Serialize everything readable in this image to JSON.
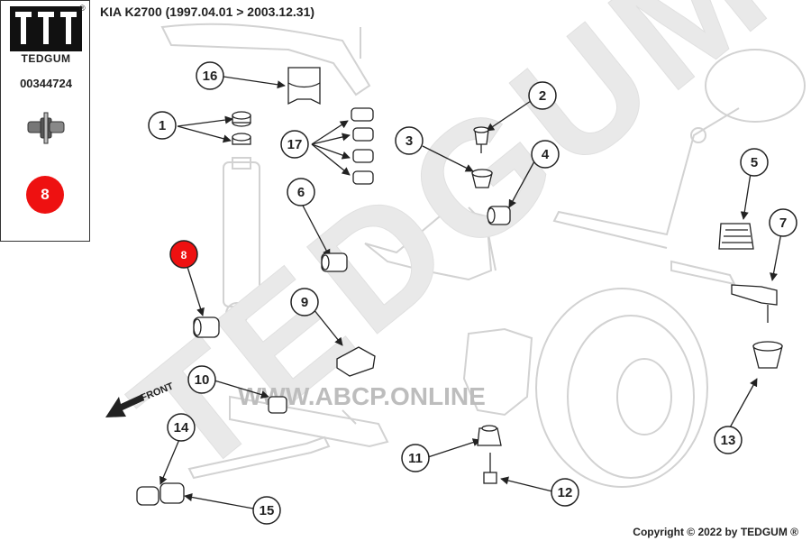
{
  "header": {
    "title": "KIA K2700 (1997.04.01 > 2003.12.31)"
  },
  "sidebar": {
    "brand": "TEDGUM",
    "registered": "®",
    "part_number": "00344724",
    "badge_number": "8"
  },
  "watermark": {
    "brand_text": "TEDGUM",
    "site_text": "WWW.ABCP.ONLINE"
  },
  "front_label": "FRONT",
  "callouts": [
    "1",
    "2",
    "3",
    "4",
    "5",
    "6",
    "7",
    "8",
    "9",
    "10",
    "11",
    "12",
    "13",
    "14",
    "15",
    "16",
    "17"
  ],
  "highlight_callout": "8",
  "colors": {
    "highlight": "#ee1111",
    "line": "#222222",
    "ghost": "#d4d4d4"
  },
  "footer": {
    "copyright": "Copyright © 2022 by TEDGUM ®"
  }
}
